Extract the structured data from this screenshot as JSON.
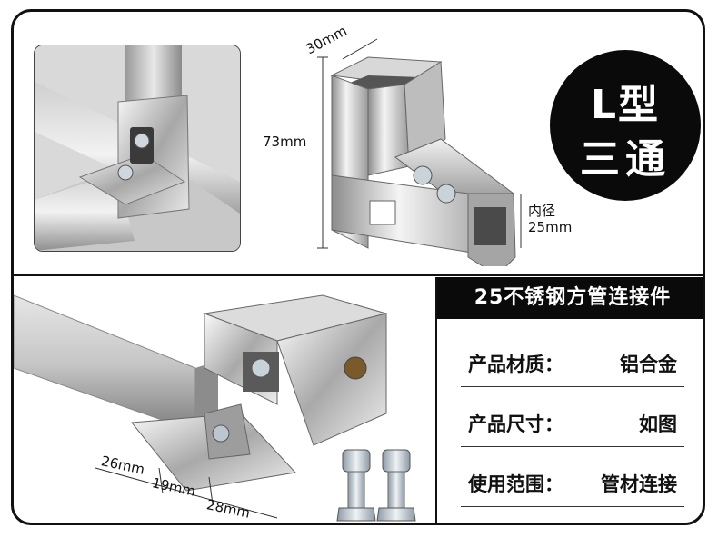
{
  "badge": {
    "line1": "L型",
    "line2": "三通"
  },
  "dimensions": {
    "top_width": "30mm",
    "height": "73mm",
    "inner_label": "内径",
    "inner_value": "25mm",
    "seg1": "26mm",
    "seg2": "19mm",
    "seg3": "28mm"
  },
  "product_title": "25不锈钢方管连接件",
  "specs": [
    {
      "label": "产品材质：",
      "value": "铝合金"
    },
    {
      "label": "产品尺寸：",
      "value": "如图"
    },
    {
      "label": "使用范围：",
      "value": "管材连接"
    }
  ]
}
